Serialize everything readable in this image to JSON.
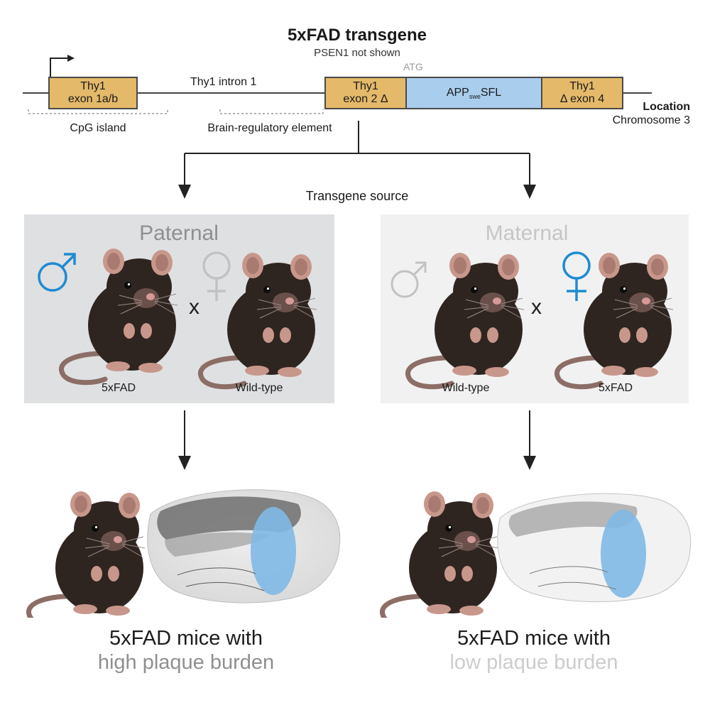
{
  "header": {
    "title": "5xFAD transgene",
    "subtitle": "PSEN1 not shown"
  },
  "construct": {
    "exon1": [
      "Thy1",
      "exon 1a/b"
    ],
    "intron": "Thy1 intron 1",
    "exon2": [
      "Thy1",
      "exon 2 Δ"
    ],
    "atg": "ATG",
    "app_main": "APP",
    "app_sub": "swe",
    "app_tail": "SFL",
    "exon4": [
      "Thy1",
      "Δ exon 4"
    ],
    "cpg": "CpG island",
    "regulatory": "Brain-regulatory element",
    "location_label": "Location",
    "location_value": "Chromosome 3"
  },
  "source_label": "Transgene source",
  "paternal": {
    "title": "Paternal",
    "left_label": "5xFAD",
    "right_label": "Wild-type",
    "cross": "x"
  },
  "maternal": {
    "title": "Maternal",
    "left_label": "Wild-type",
    "right_label": "5xFAD",
    "cross": "x"
  },
  "outcome_left": {
    "line1": "5xFAD mice with",
    "line2": "high plaque burden"
  },
  "outcome_right": {
    "line1": "5xFAD mice with",
    "line2": "low plaque burden"
  },
  "colors": {
    "exon": "#e4b96a",
    "app": "#a9cdec",
    "paternal_panel": "#dfe0e2",
    "maternal_panel": "#f1f1f2",
    "male_symbol": "#1f8bd0",
    "female_symbol": "#1f8bd0",
    "inactive_symbol": "#c2c2c2",
    "inactive_text": "#c8c8c8",
    "mouse_fur": "#2f2520",
    "brain_plaque": "#7fb9e6"
  }
}
